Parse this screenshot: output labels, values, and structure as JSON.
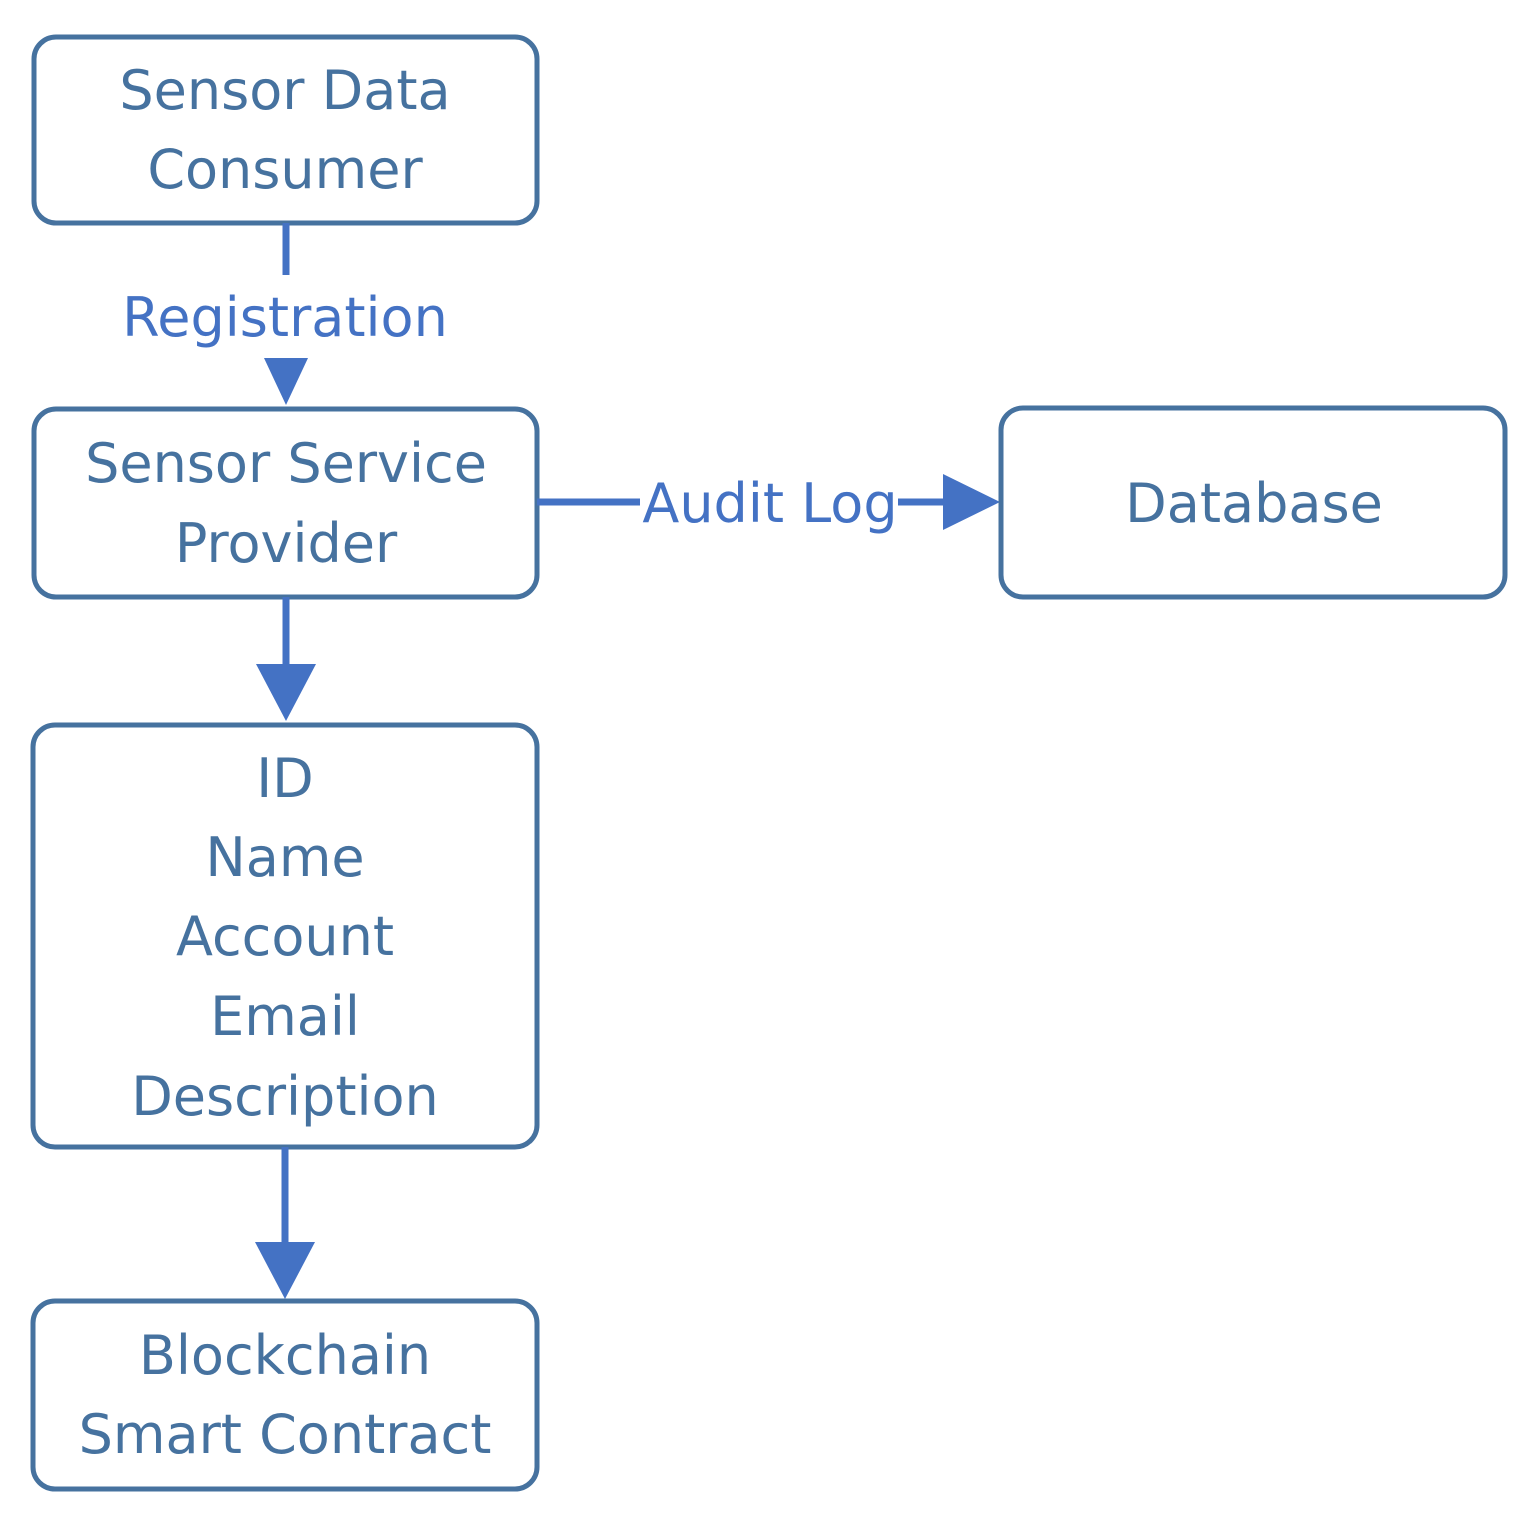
{
  "diagram": {
    "colors": {
      "node_border": "#46729F",
      "node_text": "#46729F",
      "edge": "#4472C4",
      "edge_label": "#4472C4",
      "background": "#FFFFFF"
    },
    "nodes": {
      "consumer": {
        "line1": "Sensor Data",
        "line2": "Consumer"
      },
      "provider": {
        "line1": "Sensor Service",
        "line2": "Provider"
      },
      "database": {
        "label": "Database"
      },
      "record": {
        "fields": [
          "ID",
          "Name",
          "Account",
          "Email",
          "Description"
        ]
      },
      "blockchain": {
        "line1": "Blockchain",
        "line2": "Smart Contract"
      }
    },
    "edges": {
      "registration": {
        "from": "Sensor Data Consumer",
        "to": "Sensor Service Provider",
        "label": "Registration"
      },
      "audit_log": {
        "from": "Sensor Service Provider",
        "to": "Database",
        "label": "Audit Log"
      },
      "provider_to_record": {
        "from": "Sensor Service Provider",
        "to": "ID / Name / Account / Email / Description"
      },
      "record_to_blockchain": {
        "from": "ID / Name / Account / Email / Description",
        "to": "Blockchain Smart Contract"
      }
    }
  }
}
